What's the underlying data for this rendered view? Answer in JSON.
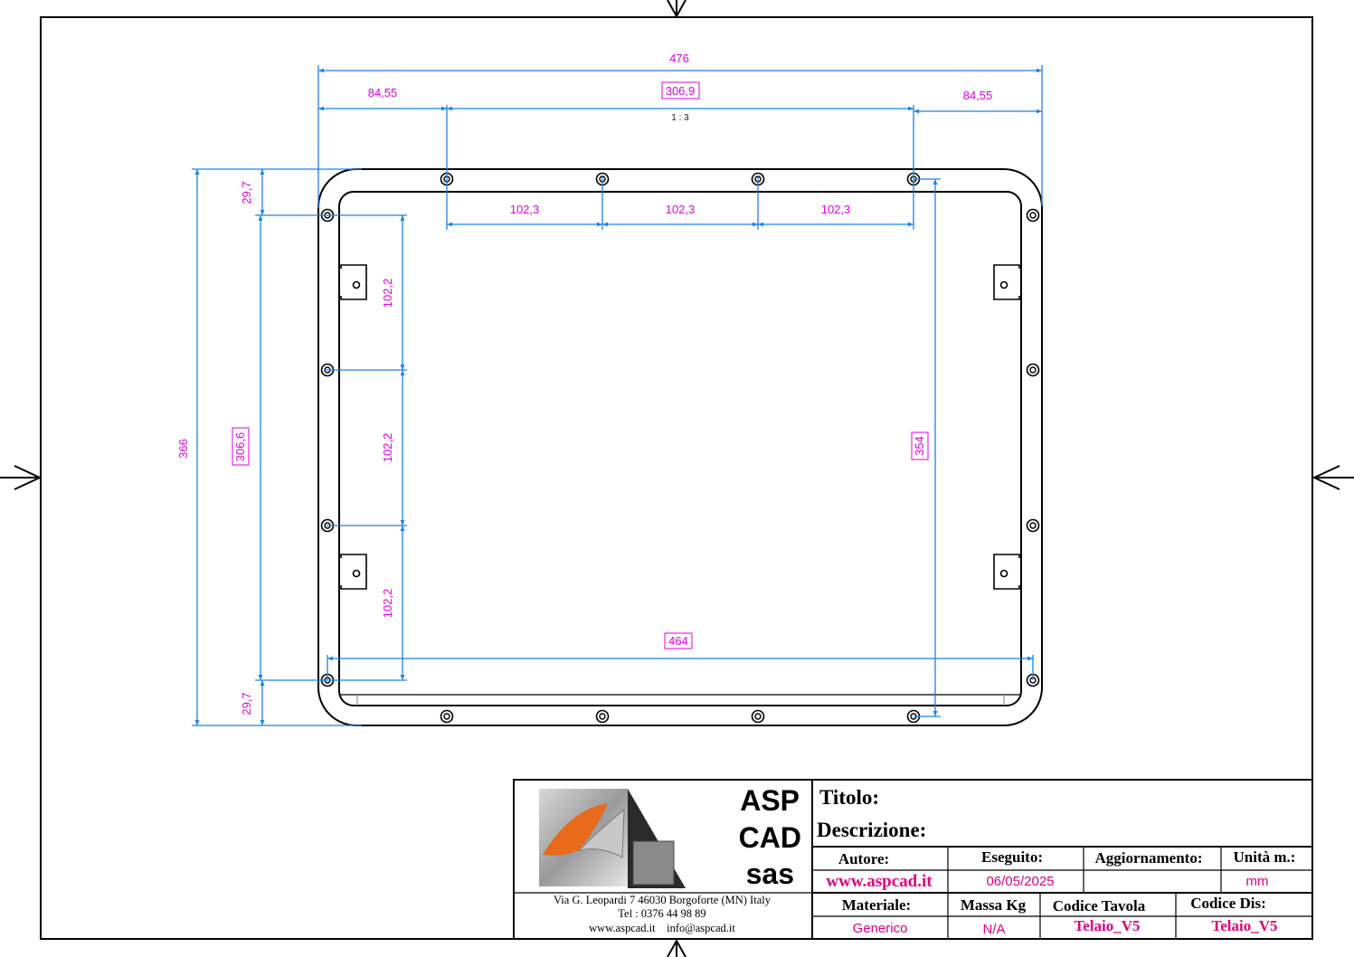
{
  "drawing": {
    "scale_label": "1 : 3",
    "dimensions": {
      "overall_width": "476",
      "left_offset": "84,55",
      "hole_span_top": "306,9",
      "right_offset": "84,55",
      "top_pitch": [
        "102,3",
        "102,3",
        "102,3"
      ],
      "overall_height": "366",
      "top_margin": "29,7",
      "hole_span_left": "306,6",
      "bottom_margin": "29,7",
      "left_pitch": [
        "102,2",
        "102,2",
        "102,2"
      ],
      "inner_height": "354",
      "inner_width": "464"
    }
  },
  "titleblock": {
    "company_line1": "ASP",
    "company_line2": "CAD",
    "company_line3": "sas",
    "address": "Via G. Leopardi 7 46030 Borgoforte (MN) Italy",
    "phone": "Tel : 0376 44 98 89",
    "web_email": "www.aspcad.it    info@aspcad.it",
    "titolo_label": "Titolo:",
    "descrizione_label": "Descrizione:",
    "autore_label": "Autore:",
    "autore_value": "www.aspcad.it",
    "eseguito_label": "Eseguito:",
    "eseguito_value": "06/05/2025",
    "aggiornamento_label": "Aggiornamento:",
    "aggiornamento_value": "",
    "unita_label": "Unità m.:",
    "unita_value": "mm",
    "materiale_label": "Materiale:",
    "materiale_value": "Generico",
    "massa_label": "Massa Kg",
    "massa_value": "N/A",
    "codice_tavola_label": "Codice Tavola",
    "codice_tavola_value": "Telaio_V5",
    "codice_dis_label": "Codice Dis:",
    "codice_dis_value": "Telaio_V5"
  },
  "colors": {
    "dimension_line": "#1e82e6",
    "dimension_text": "#e000e0",
    "titleblock_value": "#e0007a",
    "outline": "#000000"
  }
}
